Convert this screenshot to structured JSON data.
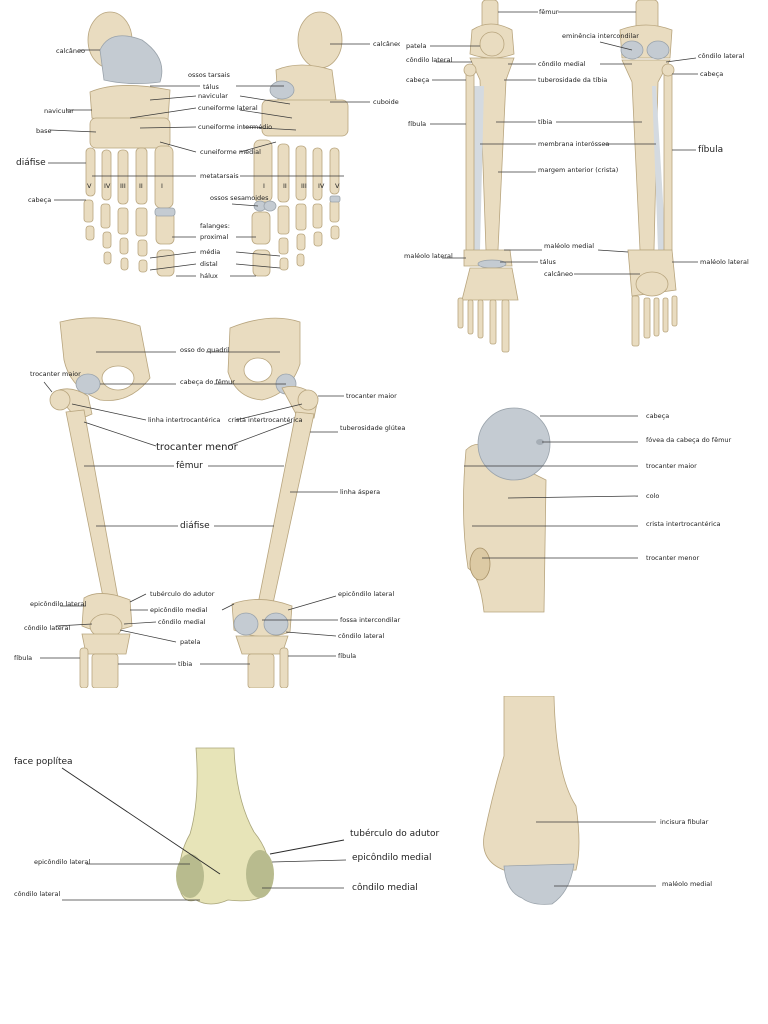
{
  "foot": {
    "left": [
      "calcâneo",
      "navicular",
      "base",
      "diáfise",
      "cabeça"
    ],
    "middle": [
      "ossos tarsais",
      "tálus",
      "navicular",
      "cuneiforme lateral",
      "cuneiforme intermédio",
      "cuneiforme medial",
      "metatarsais",
      "falanges:",
      "proximal",
      "média",
      "distal",
      "hálux"
    ],
    "right": [
      "calcâneo",
      "cuboide",
      "ossos sesamoides"
    ],
    "numerals": [
      "V",
      "IV",
      "III",
      "II",
      "I"
    ]
  },
  "leg": {
    "left": [
      "patela",
      "côndilo lateral",
      "cabeça",
      "fíbula",
      "maléolo lateral"
    ],
    "middle": [
      "fêmur",
      "côndilo medial",
      "tuberosidade da tíbia",
      "tíbia",
      "membrana interóssea",
      "margem anterior (crista)",
      "maléolo medial",
      "tálus",
      "calcâneo"
    ],
    "right": [
      "eminência intercondilar",
      "côndilo lateral",
      "cabeça",
      "fíbula",
      "maléolo lateral"
    ]
  },
  "hip": {
    "left": [
      "trocanter maior",
      "epicôndilo lateral",
      "côndilo lateral",
      "fíbula"
    ],
    "middle": [
      "osso do quadril",
      "cabeça do fêmur",
      "linha intertrocantérica",
      "crista intertrocantérica",
      "trocanter menor",
      "fêmur",
      "diáfise",
      "tubérculo do adutor",
      "epicôndilo medial",
      "côndilo medial",
      "patela",
      "tíbia"
    ],
    "right": [
      "trocanter maior",
      "tuberosidade glútea",
      "linha áspera",
      "epicôndilo lateral",
      "fossa intercondilar",
      "côndilo lateral",
      "fíbula"
    ]
  },
  "femhead": [
    "cabeça",
    "fóvea da cabeça do fêmur",
    "trocanter maior",
    "colo",
    "crista intertrocantérica",
    "trocanter menor"
  ],
  "distfemur": [
    "face poplítea",
    "epicôndilo lateral",
    "côndilo lateral",
    "tubérculo do adutor",
    "epicôndilo medial",
    "côndilo medial"
  ],
  "disttibia": [
    "incisura fibular",
    "maléolo medial"
  ]
}
